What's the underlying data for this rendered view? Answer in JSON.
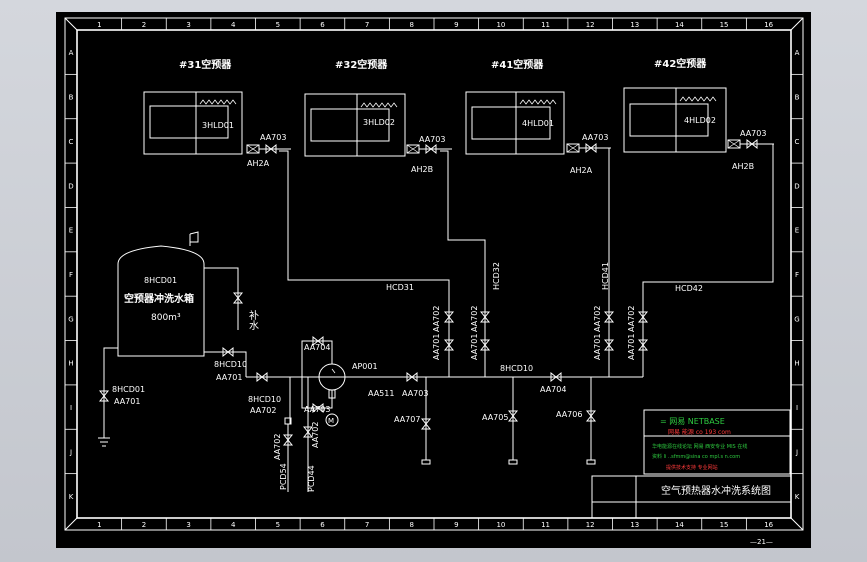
{
  "border": {
    "top_numbers": [
      "1",
      "2",
      "3",
      "4",
      "5",
      "6",
      "7",
      "8",
      "9",
      "10",
      "11",
      "12",
      "13",
      "14",
      "15",
      "16"
    ],
    "bottom_numbers": [
      "1",
      "2",
      "3",
      "4",
      "5",
      "6",
      "7",
      "8",
      "9",
      "10",
      "11",
      "12",
      "13",
      "14",
      "15",
      "16"
    ],
    "left_letters": [
      "A",
      "B",
      "C",
      "D",
      "E",
      "F",
      "G",
      "H",
      "I",
      "J",
      "K"
    ],
    "right_letters": [
      "A",
      "B",
      "C",
      "D",
      "E",
      "F",
      "G",
      "H",
      "I",
      "J",
      "K"
    ]
  },
  "heaters": [
    {
      "title": "#31空预器",
      "id": "3HLD01",
      "valve": "AA703",
      "unit": "AH2A"
    },
    {
      "title": "#32空预器",
      "id": "3HLD02",
      "valve": "AA703",
      "unit": "AH2B"
    },
    {
      "title": "#41空预器",
      "id": "4HLD01",
      "valve": "AA703",
      "unit": "AH2A"
    },
    {
      "title": "#42空预器",
      "id": "4HLD02",
      "valve": "AA703",
      "unit": "AH2B"
    }
  ],
  "tank": {
    "id": "8HCD01",
    "name": "空预器冲洗水箱",
    "volume": "800m³",
    "makeup": "补水"
  },
  "pipe_labels": {
    "hcd31": "HCD31",
    "hcd32": "HCD32",
    "hcd41": "HCD41",
    "hcd42": "HCD42",
    "main": "8HCD10",
    "tank_out": "8HCD10",
    "pump_in": "8HCD10",
    "drain": "8HCD01",
    "pcd54": "PCD54",
    "pcd44": "PCD44"
  },
  "valve_labels": {
    "aa701_tank": "AA701",
    "aa701_drain": "AA701",
    "aa702_suction": "AA702",
    "aa704_pump": "AA704",
    "aa703_pump": "AA703",
    "ap001": "AP001",
    "aa511": "AA511",
    "aa703_disch": "AA703",
    "aa707": "AA707",
    "aa705": "AA705",
    "aa704_main": "AA704",
    "aa706": "AA706",
    "aa702_pcd54": "AA702",
    "aa702_pcd44": "AA702",
    "b31_top": "AA702",
    "b31_bot": "AA701",
    "b32_top": "AA702",
    "b32_bot": "AA701",
    "b41_top": "AA702",
    "b41_bot": "AA701",
    "b42_top": "AA702",
    "b42_bot": "AA701",
    "motor": "M"
  },
  "info_box": {
    "line1": "= 网易  NETBASE",
    "line2": "网易  能源  co 193 com",
    "line3": "华电能源在线论坛 网易 西安专业 MIS 在线",
    "line4": "资料 li ..sfmm@sina co mpl.s n.com",
    "line5": "提供技术支持 专业网站"
  },
  "title_block": {
    "title": "空气预热器水冲洗系统图"
  },
  "page_number": "—21—"
}
